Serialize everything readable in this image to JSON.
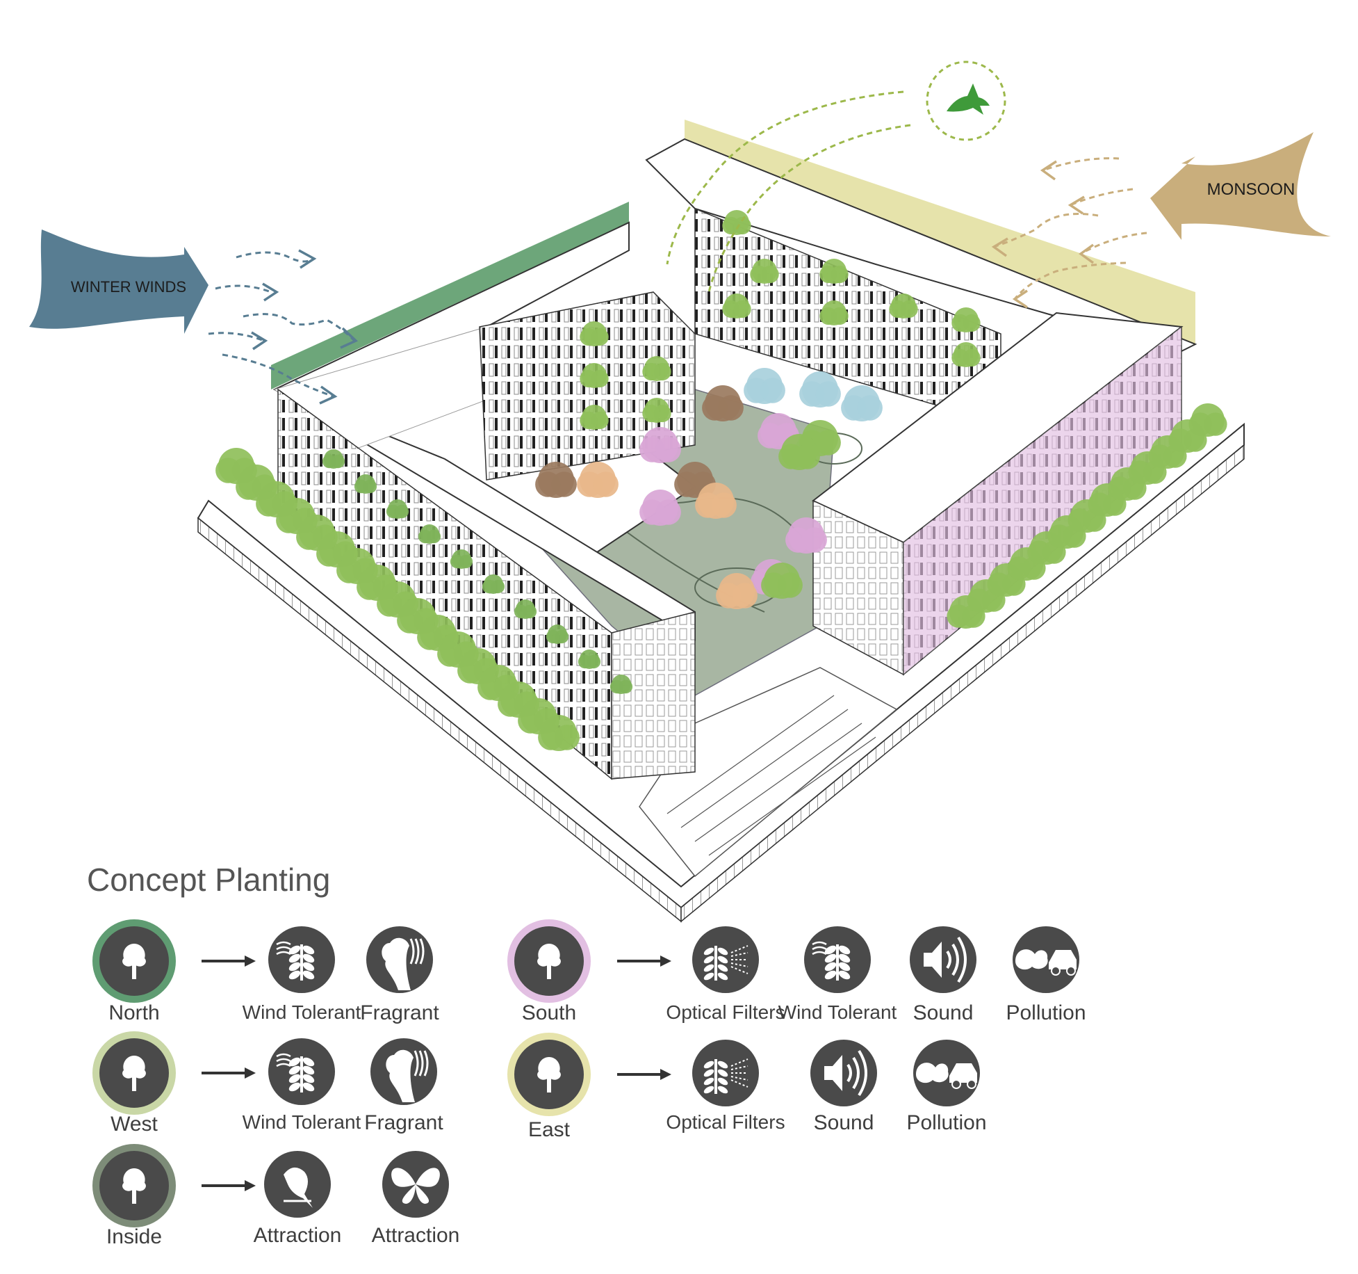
{
  "diagram": {
    "labels": {
      "winter_winds": "WINTER WINDS",
      "monsoon": "MONSOON"
    },
    "legend_title": "Concept Planting",
    "colors": {
      "north": "#5f9c72",
      "west": "#c9d7a6",
      "south": "#e2bfe2",
      "east": "#e6e3ab",
      "inside": "#7d8c78",
      "icon_fill": "#4a4a4a",
      "winter_winds": "#587d92",
      "monsoon": "#c9ae7c",
      "tree_green": "#8fbf5a",
      "bird": "#3f9a3a"
    },
    "legend": [
      {
        "zone": "North",
        "ring": "north",
        "traits": [
          {
            "label": "Wind Tolerant",
            "icon": "wind-tolerant-icon"
          },
          {
            "label": "Fragrant",
            "icon": "fragrant-icon"
          }
        ]
      },
      {
        "zone": "West",
        "ring": "west",
        "traits": [
          {
            "label": "Wind Tolerant",
            "icon": "wind-tolerant-icon"
          },
          {
            "label": "Fragrant",
            "icon": "fragrant-icon"
          }
        ]
      },
      {
        "zone": "Inside",
        "ring": "inside",
        "traits": [
          {
            "label": "Attraction",
            "icon": "bird-icon"
          },
          {
            "label": "Attraction",
            "icon": "butterfly-icon"
          }
        ]
      },
      {
        "zone": "South",
        "ring": "south",
        "traits": [
          {
            "label": "Optical Filters",
            "icon": "optical-filter-icon"
          },
          {
            "label": "Wind Tolerant",
            "icon": "wind-tolerant-icon"
          },
          {
            "label": "Sound",
            "icon": "sound-icon"
          },
          {
            "label": "Pollution",
            "icon": "pollution-icon"
          }
        ]
      },
      {
        "zone": "East",
        "ring": "east",
        "traits": [
          {
            "label": "Optical Filters",
            "icon": "optical-filter-icon"
          },
          {
            "label": "Sound",
            "icon": "sound-icon"
          },
          {
            "label": "Pollution",
            "icon": "pollution-icon"
          }
        ]
      }
    ]
  }
}
